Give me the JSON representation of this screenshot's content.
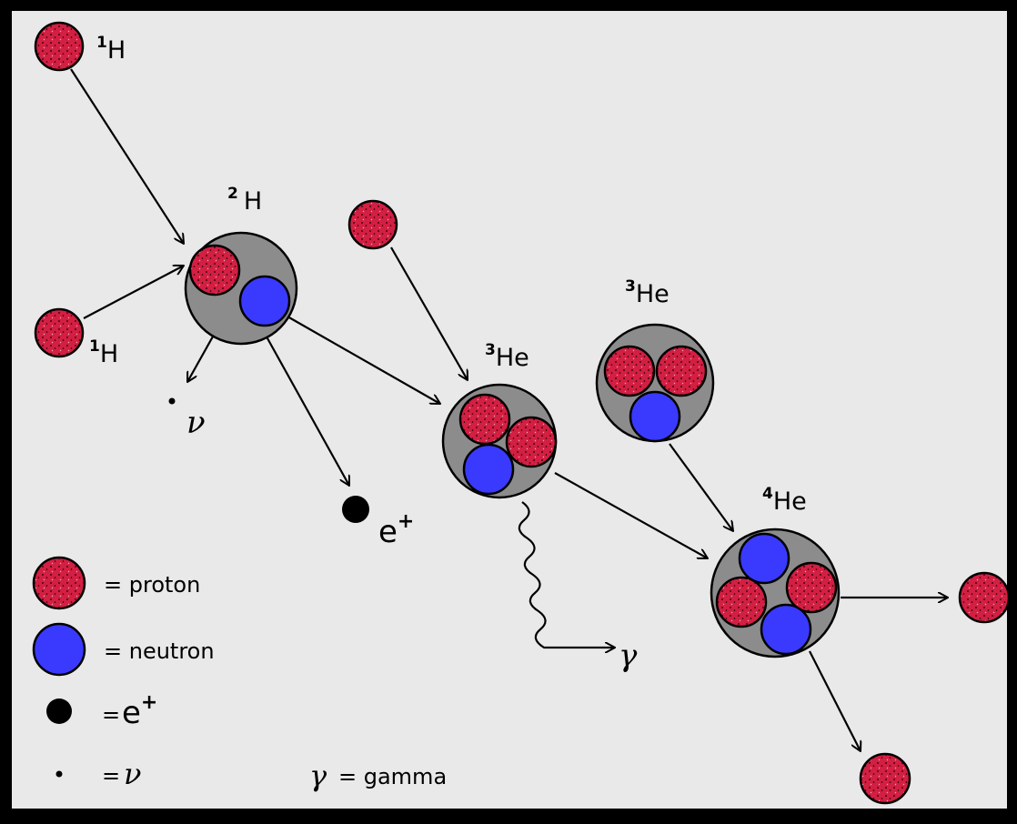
{
  "colors": {
    "background": "#e9e9e9",
    "frame": "#000000",
    "proton": "#d21f42",
    "neutron": "#3a3aff",
    "nucleus": "#8c8c8c",
    "positron": "#000000"
  },
  "labels": {
    "h1_top": {
      "sup": "1",
      "sym": "H"
    },
    "h1_mid": {
      "sup": "1",
      "sym": "H"
    },
    "h2": {
      "sup": "2",
      "sym": "H"
    },
    "he3_left": {
      "sup": "3",
      "sym": "He"
    },
    "he3_right": {
      "sup": "3",
      "sym": "He"
    },
    "he4": {
      "sup": "4",
      "sym": "He"
    },
    "neutrino_symbol": "ν",
    "positron": {
      "sym": "e",
      "sup": "+"
    },
    "gamma_symbol": "γ"
  },
  "legend": {
    "proton": "= proton",
    "neutron": "= neutron",
    "positron_eq": "=",
    "positron_sym": "e",
    "positron_sup": "+",
    "neutrino_eq": "=",
    "neutrino_sym": "ν",
    "gamma_sym": "γ",
    "gamma_text": "= gamma"
  }
}
